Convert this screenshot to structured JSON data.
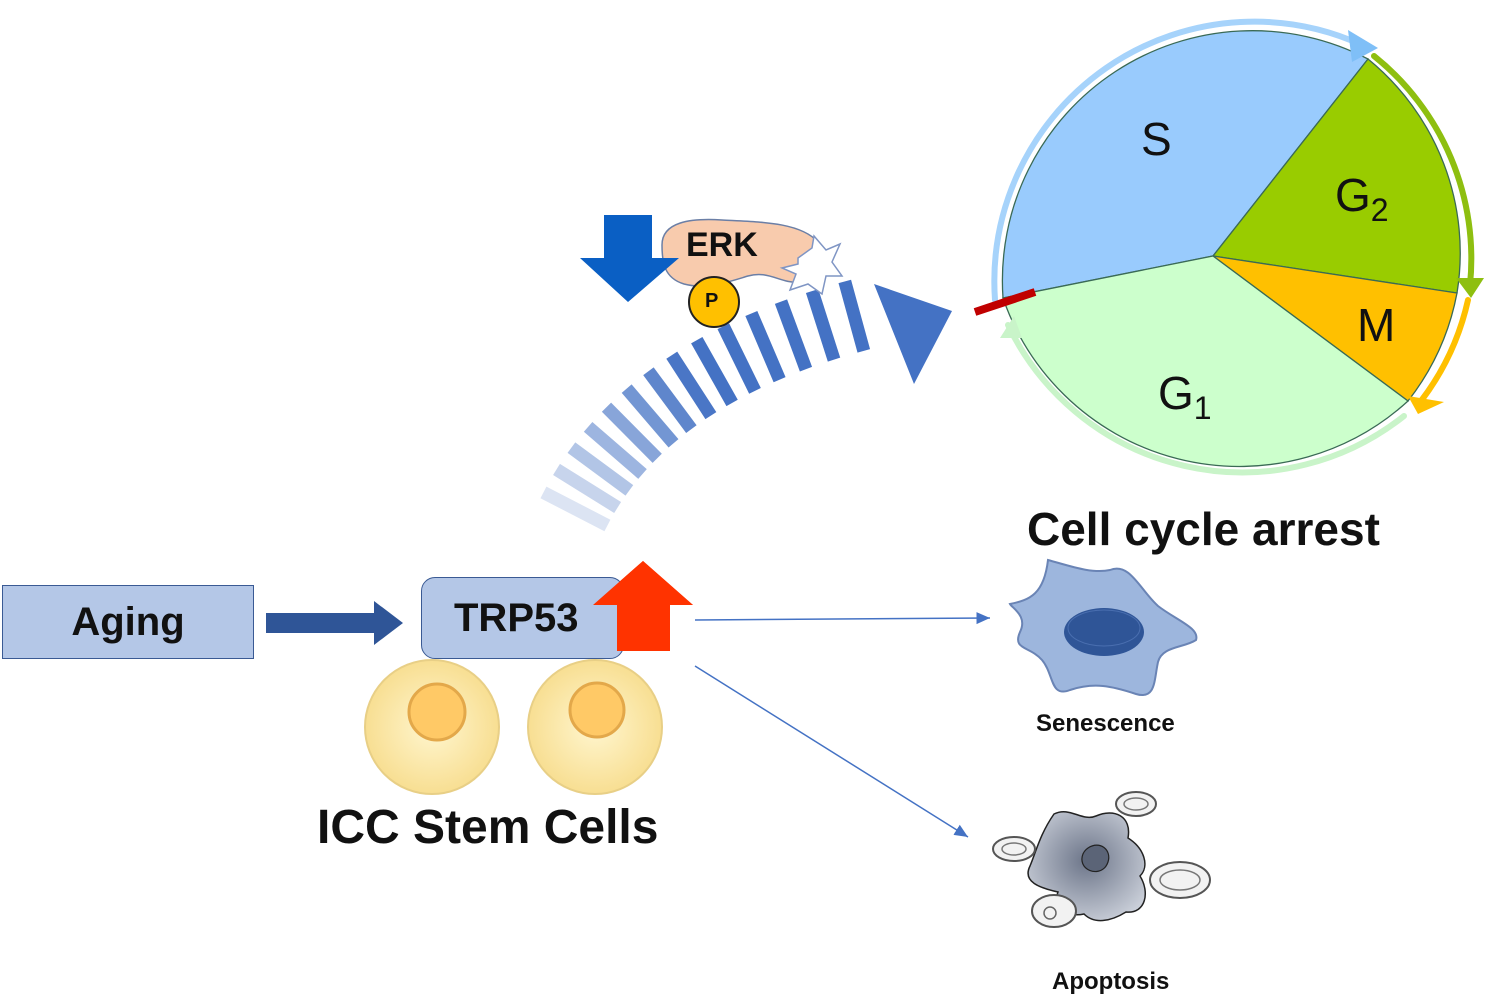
{
  "colors": {
    "box_fill": "#b4c7e7",
    "box_border": "#3a5a94",
    "arrow_blue": "#2f5597",
    "up_arrow_red": "#ff3300",
    "down_arrow_blue": "#0a5fc4",
    "erk_fill": "#f8cbad",
    "phospho_fill": "#ffc000",
    "phase_S": "#99cbfd",
    "phase_G2": "#99cc00",
    "phase_M": "#ffc000",
    "phase_G1": "#ccffcc",
    "arrest_bar": "#c00000",
    "stem_cell": "#fff2b3",
    "nucleus": "#ffc966"
  },
  "pathway": {
    "aging_label": "Aging",
    "trp53_label": "TRP53",
    "stem_cells_label": "ICC Stem Cells",
    "erk_label": "ERK",
    "phospho_label": "P"
  },
  "cell_cycle": {
    "phases": [
      {
        "name": "S",
        "subscript": ""
      },
      {
        "name": "G",
        "subscript": "2"
      },
      {
        "name": "M",
        "subscript": ""
      },
      {
        "name": "G",
        "subscript": "1"
      }
    ],
    "label": "Cell cycle arrest"
  },
  "outcomes": {
    "senescence_label": "Senescence",
    "apoptosis_label": "Apoptosis"
  },
  "icons": {
    "up_arrow": "red-up-arrow-icon",
    "down_arrow": "blue-down-arrow-icon",
    "stem_cell": "stem-cell-icon",
    "senescent_cell": "senescent-cell-icon",
    "apoptotic_cell": "apoptotic-cell-icon"
  }
}
